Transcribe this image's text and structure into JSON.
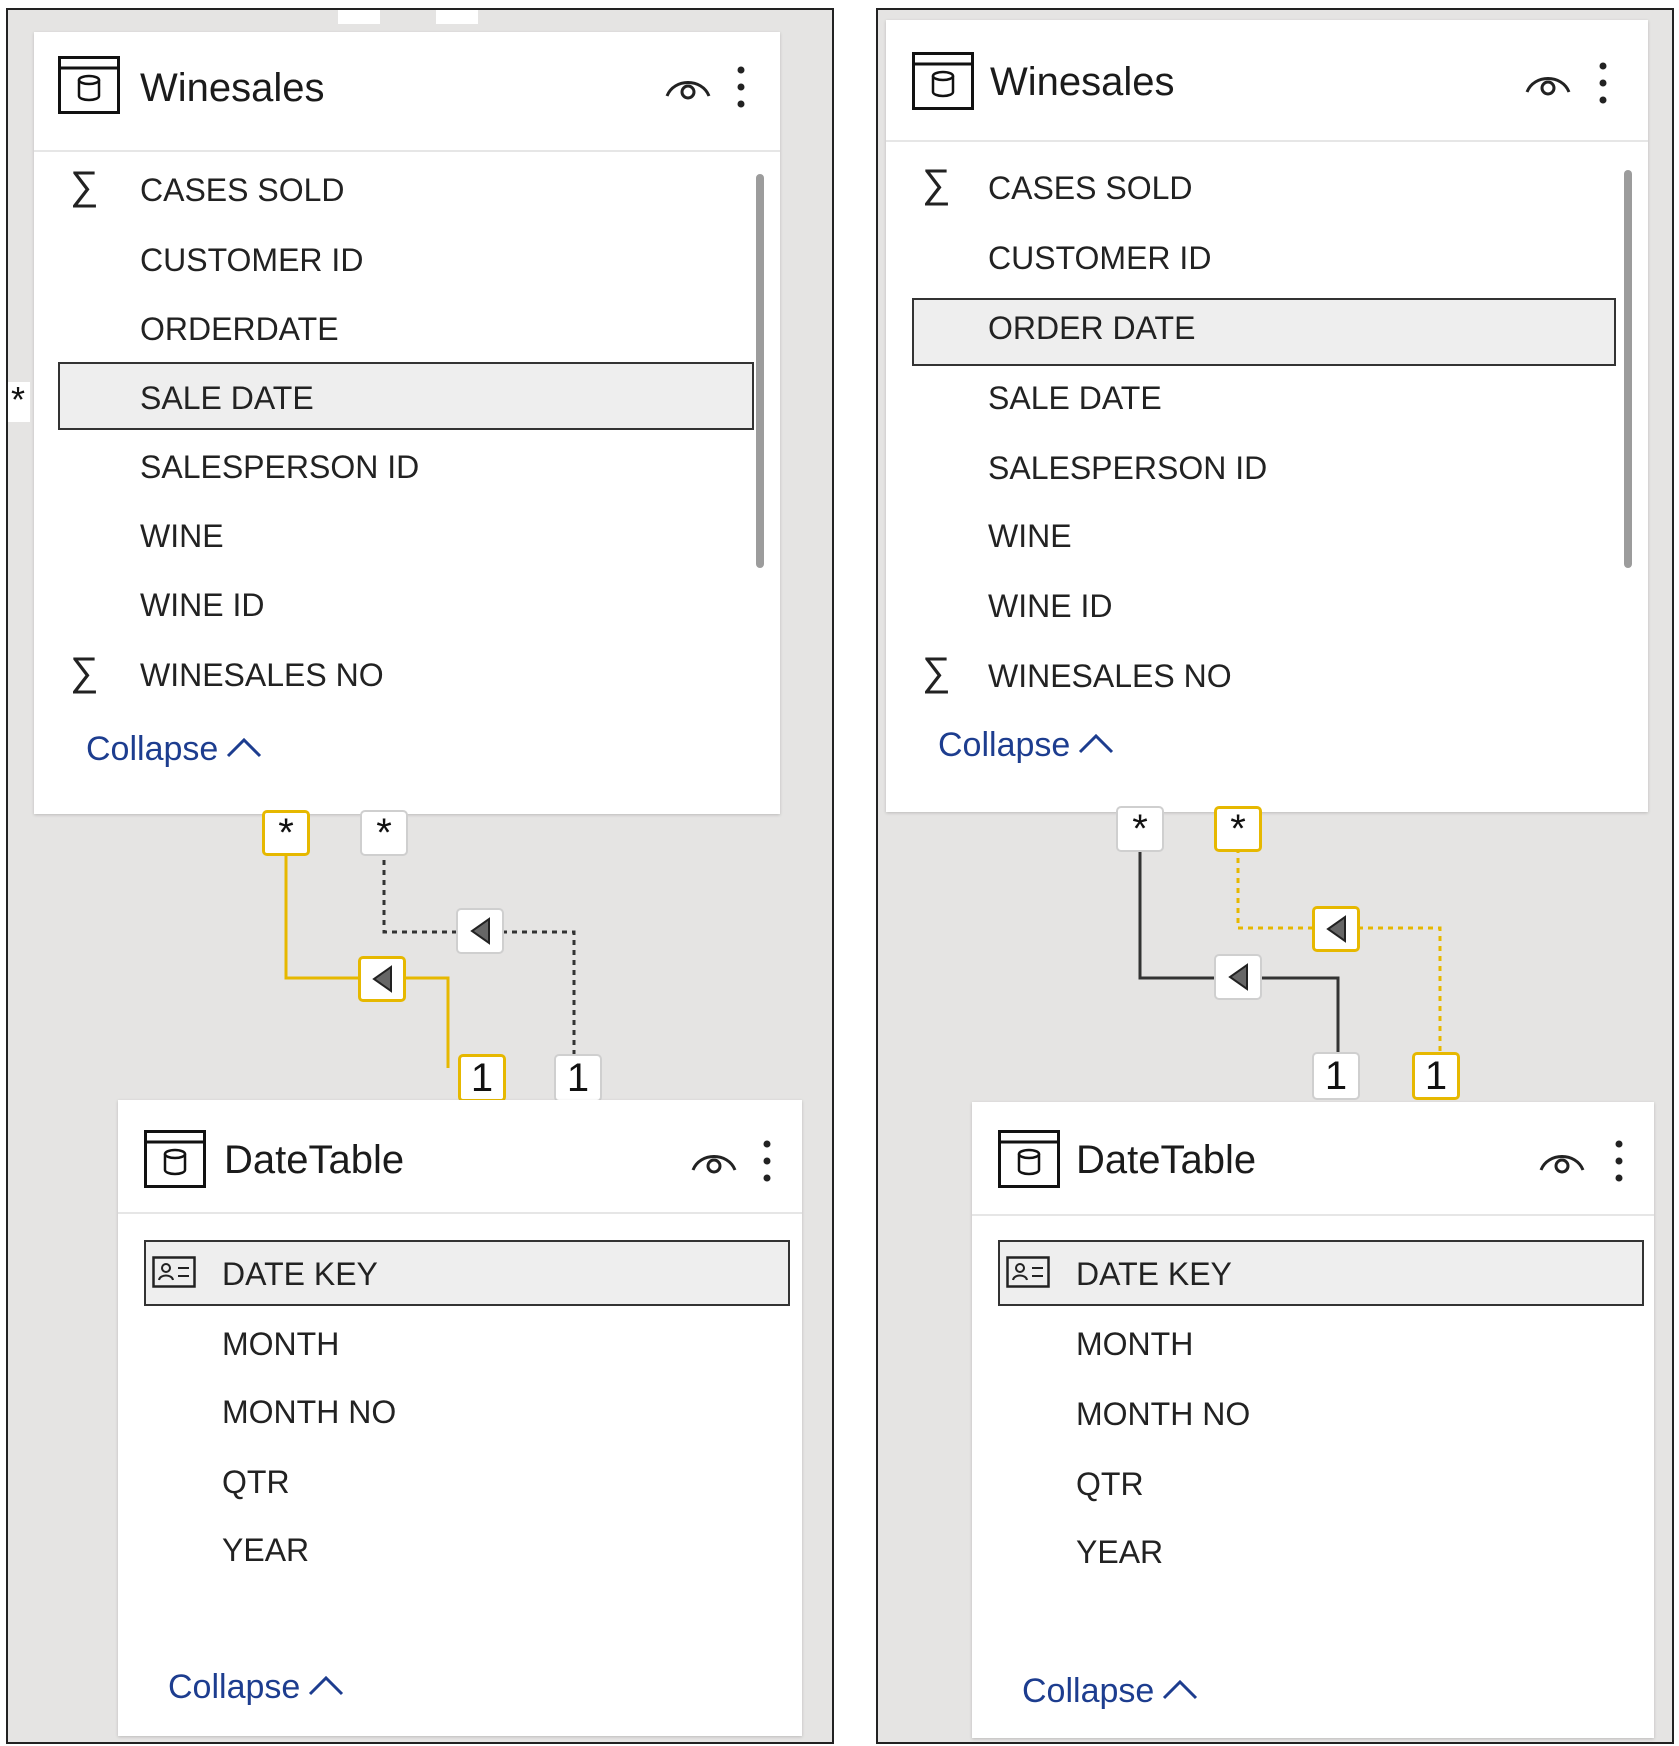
{
  "colors": {
    "highlight": "#e6b800",
    "link": "#1d3d8f",
    "canvas": "#e5e4e3",
    "selected_row": "#eeeeee"
  },
  "icons": {
    "table": "table-icon",
    "visibility": "eye-icon",
    "more": "more-options-icon",
    "summation": "sigma-icon",
    "key": "key-icon",
    "collapse": "chevron-up-icon",
    "direction": "triangle-left-icon"
  },
  "left": {
    "winesales": {
      "title": "Winesales",
      "fields": [
        {
          "label": "CASES SOLD",
          "sigma": true
        },
        {
          "label": "CUSTOMER ID",
          "sigma": false
        },
        {
          "label": "ORDERDATE",
          "sigma": false
        },
        {
          "label": "SALE DATE",
          "sigma": false,
          "selected": true
        },
        {
          "label": "SALESPERSON ID",
          "sigma": false
        },
        {
          "label": "WINE",
          "sigma": false
        },
        {
          "label": "WINE ID",
          "sigma": false
        },
        {
          "label": "WINESALES NO",
          "sigma": true
        }
      ],
      "collapse": "Collapse"
    },
    "datetable": {
      "title": "DateTable",
      "fields": [
        {
          "label": "DATE KEY",
          "key": true,
          "selected": true
        },
        {
          "label": "MONTH"
        },
        {
          "label": "MONTH NO"
        },
        {
          "label": "QTR"
        },
        {
          "label": "YEAR"
        }
      ],
      "collapse": "Collapse"
    },
    "relationships": [
      {
        "from": "*",
        "to": "1",
        "highlighted": true,
        "active": true
      },
      {
        "from": "*",
        "to": "1",
        "highlighted": false,
        "active": false
      }
    ],
    "edge_marks": [
      "*",
      "*",
      "*"
    ]
  },
  "right": {
    "winesales": {
      "title": "Winesales",
      "fields": [
        {
          "label": "CASES SOLD",
          "sigma": true
        },
        {
          "label": "CUSTOMER ID",
          "sigma": false
        },
        {
          "label": "ORDER DATE",
          "sigma": false,
          "selected": true
        },
        {
          "label": "SALE DATE",
          "sigma": false
        },
        {
          "label": "SALESPERSON ID",
          "sigma": false
        },
        {
          "label": "WINE",
          "sigma": false
        },
        {
          "label": "WINE ID",
          "sigma": false
        },
        {
          "label": "WINESALES NO",
          "sigma": true
        }
      ],
      "collapse": "Collapse"
    },
    "datetable": {
      "title": "DateTable",
      "fields": [
        {
          "label": "DATE KEY",
          "key": true,
          "selected": true
        },
        {
          "label": "MONTH"
        },
        {
          "label": "MONTH NO"
        },
        {
          "label": "QTR"
        },
        {
          "label": "YEAR"
        }
      ],
      "collapse": "Collapse"
    },
    "relationships": [
      {
        "from": "*",
        "to": "1",
        "highlighted": false,
        "active": true
      },
      {
        "from": "*",
        "to": "1",
        "highlighted": true,
        "active": false
      }
    ]
  }
}
